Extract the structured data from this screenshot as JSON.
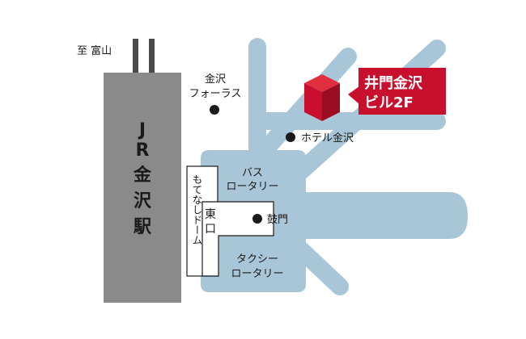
{
  "colors": {
    "road": "#a9c6d8",
    "station": "#8a8a8a",
    "rail": "#4a4a4a",
    "building": "#c8102e",
    "text": "#1a1a1a",
    "label_bg": "#c8102e",
    "label_text": "#ffffff"
  },
  "map": {
    "toyama_label": "至 富山",
    "station_label": [
      "J",
      "R",
      "金",
      "沢",
      "駅"
    ],
    "dome_label": "もてなしドーム",
    "east_exit_label": [
      "東",
      "口"
    ],
    "bus_rotary": [
      "バス",
      "ロータリー"
    ],
    "taxi_rotary": [
      "タクシー",
      "ロータリー"
    ],
    "forus_label": [
      "金沢",
      "フォーラス"
    ],
    "hotel_label": "ホテル金沢",
    "tsuzumimon_label": "鼓門",
    "destination_label": [
      "井門金沢",
      "ビル2F"
    ]
  }
}
